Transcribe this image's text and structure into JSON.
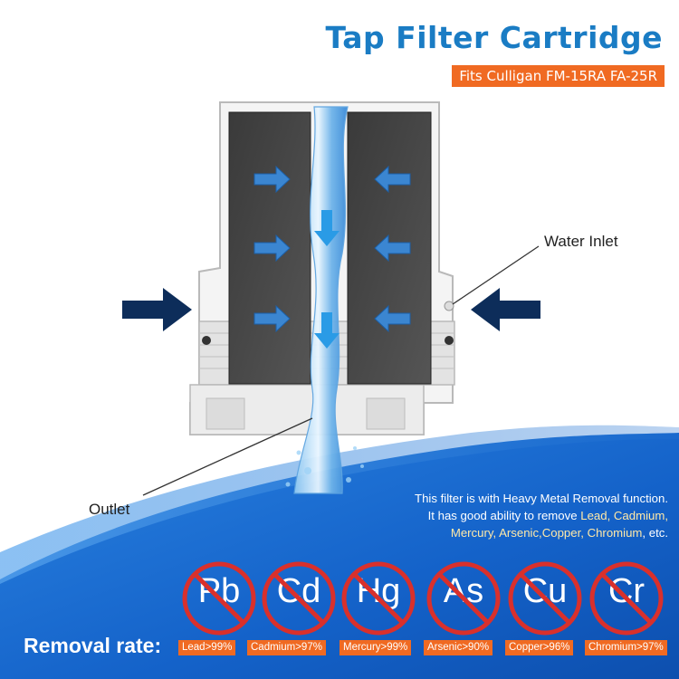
{
  "title": "Tap Filter Cartridge",
  "subtitle": "Fits Culligan FM-15RA  FA-25R",
  "callouts": {
    "inlet": "Water Inlet",
    "outlet": "Outlet"
  },
  "info": {
    "line1": "This filter is with Heavy Metal Removal function.",
    "line2_pre": "It has good ability to remove",
    "line2_hl": "Lead, Cadmium,",
    "line3_hl": "Mercury, Arsenic,Copper, Chromium",
    "line3_post": ", etc."
  },
  "removal_label": "Removal rate:",
  "metals": [
    {
      "symbol": "Pb",
      "rate": "Lead>99%"
    },
    {
      "symbol": "Cd",
      "rate": "Cadmium>97%"
    },
    {
      "symbol": "Hg",
      "rate": "Mercury>99%"
    },
    {
      "symbol": "As",
      "rate": "Arsenic>90%"
    },
    {
      "symbol": "Cu",
      "rate": "Copper>96%"
    },
    {
      "symbol": "Cr",
      "rate": "Chromium>97%"
    }
  ],
  "colors": {
    "title_blue": "#1a7cc4",
    "accent_orange": "#f06a22",
    "wave_blue": "#1462c9",
    "prohibition_red": "#d9302c",
    "arrow_navy": "#0d2d5a"
  },
  "icons": [
    "flow-arrow-icon",
    "prohibition-icon",
    "water-stream-icon"
  ]
}
